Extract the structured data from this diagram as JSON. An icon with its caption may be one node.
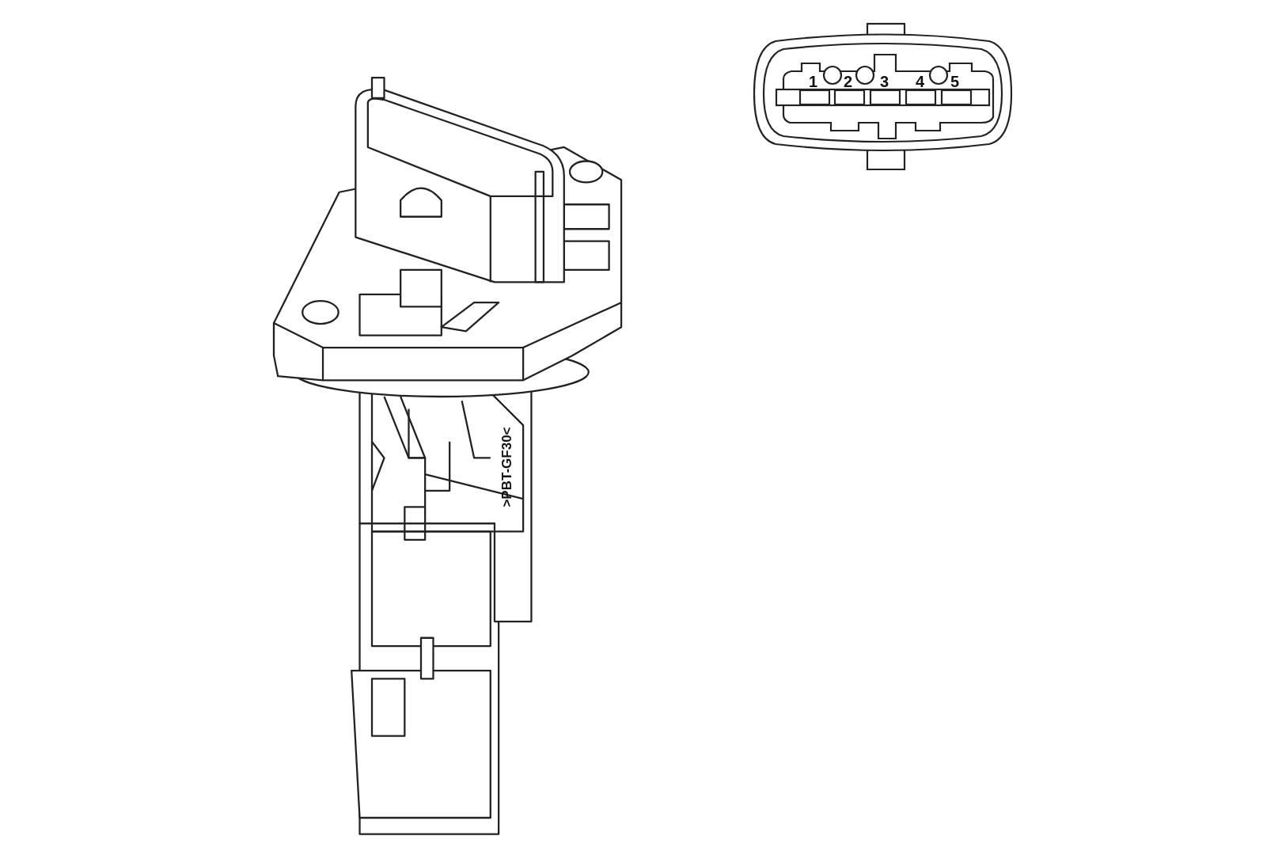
{
  "diagram": {
    "labels": [
      "1",
      "2",
      "3",
      "4",
      "5",
      ">PBT-GF30<"
    ]
  }
}
